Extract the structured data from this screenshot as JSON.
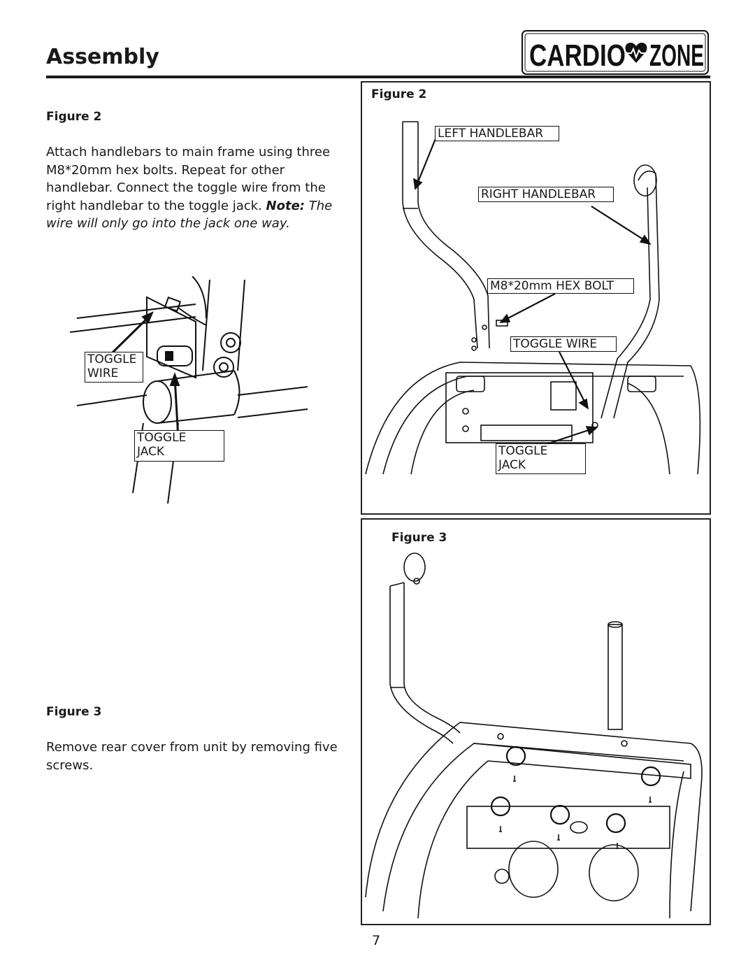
{
  "header": {
    "section_title": "Assembly",
    "logo_left": "CARDIO",
    "logo_right": "ZONE"
  },
  "left_column": {
    "fig2_heading": "Figure 2",
    "fig2_text": "Attach handlebars to main frame using three M8*20mm hex bolts.  Repeat for other handlebar. Connect the toggle wire from the right handlebar to the toggle jack.",
    "fig2_note_label": "Note:",
    "fig2_note_text": " The wire will only go into the jack one way.",
    "closeup_labels": {
      "toggle_wire": "TOGGLE\nWIRE",
      "toggle_jack": "TOGGLE\nJACK"
    },
    "fig3_heading": "Figure 3",
    "fig3_text": "Remove rear cover from unit by removing five screws."
  },
  "figure2_panel": {
    "heading": "Figure 2",
    "labels": {
      "left_handlebar": "LEFT HANDLEBAR",
      "right_handlebar": "RIGHT HANDLEBAR",
      "hex_bolt": "M8*20mm HEX BOLT",
      "toggle_wire": "TOGGLE WIRE",
      "toggle_jack": "TOGGLE\nJACK"
    }
  },
  "figure3_panel": {
    "heading": "Figure 3"
  },
  "footer": {
    "page_number": "7"
  }
}
